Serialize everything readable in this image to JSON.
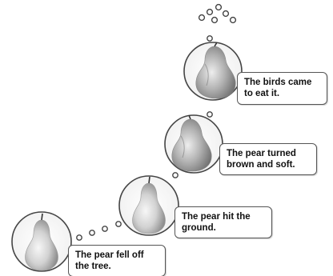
{
  "diagram": {
    "steps": [
      {
        "caption": "The pear fell off\nthe tree.",
        "pear_state": "fresh-whole"
      },
      {
        "caption": "The pear hit the\nground.",
        "pear_state": "fresh-whole"
      },
      {
        "caption": "The pear turned\nbrown and soft.",
        "pear_state": "brown-soft"
      },
      {
        "caption": "The birds came\nto eat it.",
        "pear_state": "brown-soft"
      }
    ],
    "connector": "dotted-circles",
    "colors": {
      "fresh_pear": "#c9c9c9",
      "brown_pear": "#a8a8a8",
      "outline": "#444444",
      "caption_border": "#555555"
    }
  }
}
